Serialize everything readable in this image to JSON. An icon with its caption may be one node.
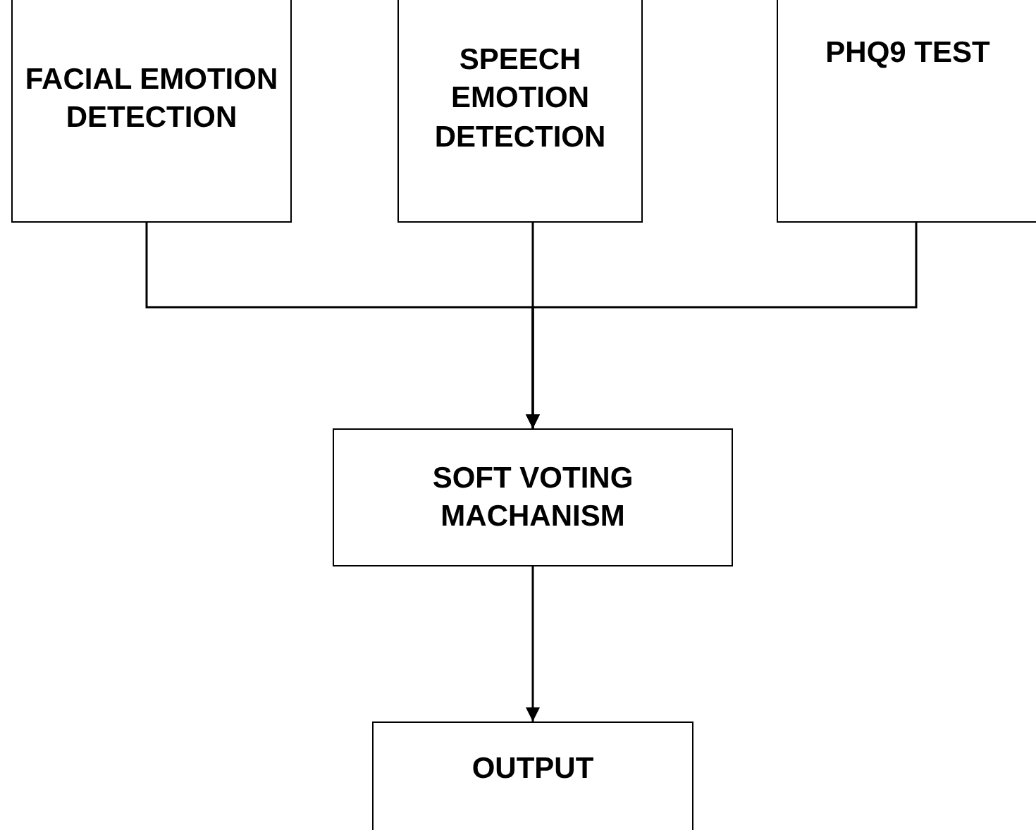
{
  "diagram": {
    "nodes": [
      {
        "text": [
          "FACIAL EMOTION DETECTION"
        ]
      },
      {
        "text": [
          "SPEECH EMOTION DETECTION"
        ]
      },
      {
        "text": [
          "PHQ9 TEST"
        ]
      },
      {
        "text": [
          "SOFT VOTING MACHANISM"
        ]
      },
      {
        "text": [
          "OUTPUT"
        ]
      }
    ],
    "edges": [
      {
        "from": 0,
        "to": 3,
        "arrow": "to"
      },
      {
        "from": 1,
        "to": 3,
        "arrow": "to"
      },
      {
        "from": 2,
        "to": 3,
        "arrow": "to"
      },
      {
        "from": 3,
        "to": 4,
        "arrow": "to"
      }
    ]
  }
}
